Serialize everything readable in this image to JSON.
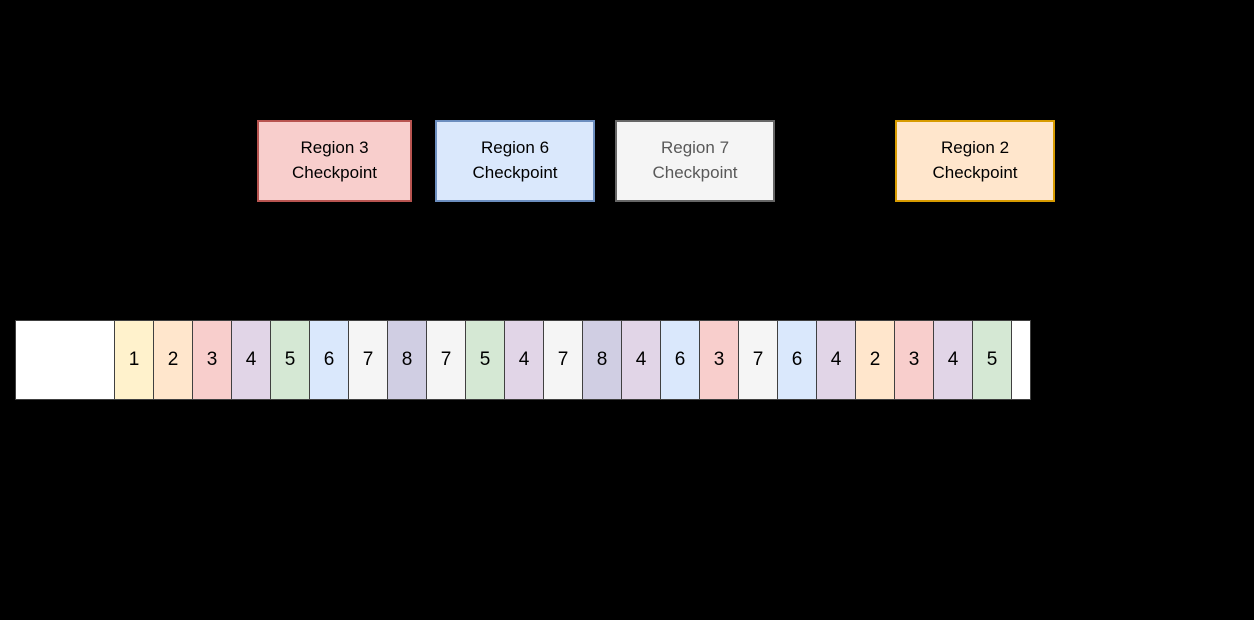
{
  "checkpoints": [
    {
      "id": "region-3",
      "line1": "Region 3",
      "line2": "Checkpoint",
      "fill": "#f8cecc",
      "border": "#b85450",
      "text_color": "#000000"
    },
    {
      "id": "region-6",
      "line1": "Region 6",
      "line2": "Checkpoint",
      "fill": "#dae8fc",
      "border": "#6c8ebf",
      "text_color": "#000000"
    },
    {
      "id": "region-7",
      "line1": "Region 7",
      "line2": "Checkpoint",
      "fill": "#f5f5f5",
      "border": "#666666",
      "text_color": "#595959"
    },
    {
      "id": "region-2",
      "line1": "Region 2",
      "line2": "Checkpoint",
      "fill": "#ffe6cc",
      "border": "#d79b00",
      "text_color": "#000000"
    }
  ],
  "log": {
    "sequence": [
      1,
      2,
      3,
      4,
      5,
      6,
      7,
      8,
      7,
      5,
      4,
      7,
      8,
      4,
      6,
      3,
      7,
      6,
      4,
      2,
      3,
      4,
      5
    ],
    "region_colors": {
      "1": "#fff2cc",
      "2": "#ffe6cc",
      "3": "#f8cecc",
      "4": "#e1d5e7",
      "5": "#d5e8d4",
      "6": "#dae8fc",
      "7": "#f5f5f5",
      "8": "#d0cee3"
    },
    "lead_cell_color": "#ffffff",
    "tail_cell_color": "#ffffff"
  }
}
